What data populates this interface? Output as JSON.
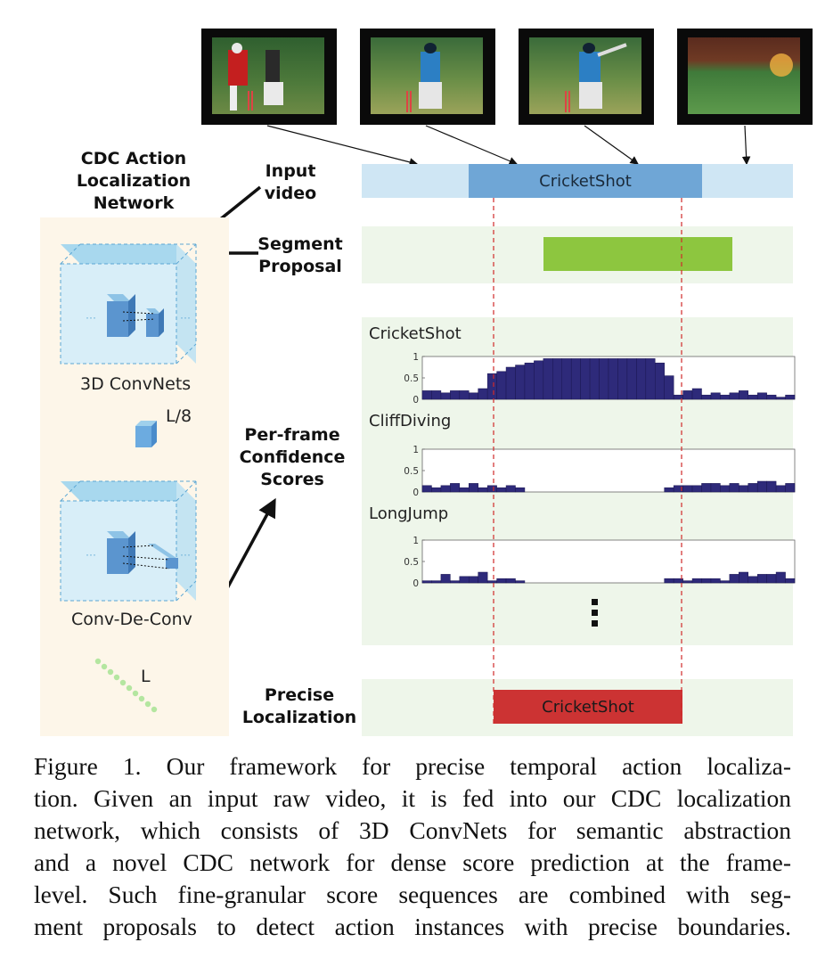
{
  "network": {
    "title_lines": [
      "CDC Action",
      "Localization",
      "Network"
    ],
    "module1_label": "3D ConvNets",
    "module2_label": "Conv-De-Conv",
    "l8_label": "L/8",
    "l_label": "L"
  },
  "flow_labels": {
    "input_video": [
      "Input",
      "video"
    ],
    "segment_proposal": [
      "Segment",
      "Proposal"
    ],
    "per_frame": [
      "Per-frame",
      "Confidence",
      "Scores"
    ],
    "precise_localization": [
      "Precise",
      "Localization"
    ]
  },
  "video_bar": {
    "label": "CricketShot",
    "color_light": "#cfe6f4",
    "color_dark": "#6fa6d6"
  },
  "result_bar": {
    "label": "CricketShot",
    "color": "#cc3333"
  },
  "proposal_color": "#8dc63f",
  "panel_background": "#eef6ea",
  "score_color": "#2e2a7a",
  "chart_data": [
    {
      "type": "bar",
      "title": "CricketShot",
      "yticks": [
        "1",
        "0.5",
        "0"
      ],
      "ylim": [
        0,
        1
      ],
      "values": [
        0.2,
        0.2,
        0.15,
        0.2,
        0.2,
        0.15,
        0.25,
        0.6,
        0.65,
        0.75,
        0.8,
        0.85,
        0.9,
        0.95,
        0.95,
        0.95,
        0.95,
        0.95,
        0.95,
        0.95,
        0.95,
        0.95,
        0.95,
        0.95,
        0.95,
        0.85,
        0.55,
        0.1,
        0.2,
        0.25,
        0.1,
        0.15,
        0.1,
        0.15,
        0.2,
        0.1,
        0.15,
        0.1,
        0.05,
        0.1
      ]
    },
    {
      "type": "bar",
      "title": "CliffDiving",
      "yticks": [
        "1",
        "0.5",
        "0"
      ],
      "ylim": [
        0,
        1
      ],
      "values": [
        0.15,
        0.1,
        0.15,
        0.2,
        0.1,
        0.2,
        0.1,
        0.15,
        0.1,
        0.15,
        0.1,
        0,
        0,
        0,
        0,
        0,
        0,
        0,
        0,
        0,
        0,
        0,
        0,
        0,
        0,
        0,
        0.1,
        0.15,
        0.15,
        0.15,
        0.2,
        0.2,
        0.15,
        0.2,
        0.15,
        0.2,
        0.25,
        0.25,
        0.15,
        0.2
      ]
    },
    {
      "type": "bar",
      "title": "LongJump",
      "yticks": [
        "1",
        "0.5",
        "0"
      ],
      "ylim": [
        0,
        1
      ],
      "values": [
        0.05,
        0.05,
        0.2,
        0.05,
        0.15,
        0.15,
        0.25,
        0.05,
        0.1,
        0.1,
        0.05,
        0,
        0,
        0,
        0,
        0,
        0,
        0,
        0,
        0,
        0,
        0,
        0,
        0,
        0,
        0,
        0.1,
        0.1,
        0.05,
        0.1,
        0.1,
        0.1,
        0.05,
        0.2,
        0.25,
        0.15,
        0.2,
        0.2,
        0.25,
        0.1
      ]
    }
  ],
  "caption_lines": [
    "Figure 1.   Our framework for precise temporal action localiza-",
    "tion. Given an input raw video, it is fed into our CDC localization",
    "network, which consists of 3D ConvNets for semantic abstraction",
    "and a novel CDC network for dense score prediction at the frame-",
    "level. Such fine-granular score sequences are combined with seg-",
    "ment proposals to detect action instances with precise boundaries."
  ]
}
